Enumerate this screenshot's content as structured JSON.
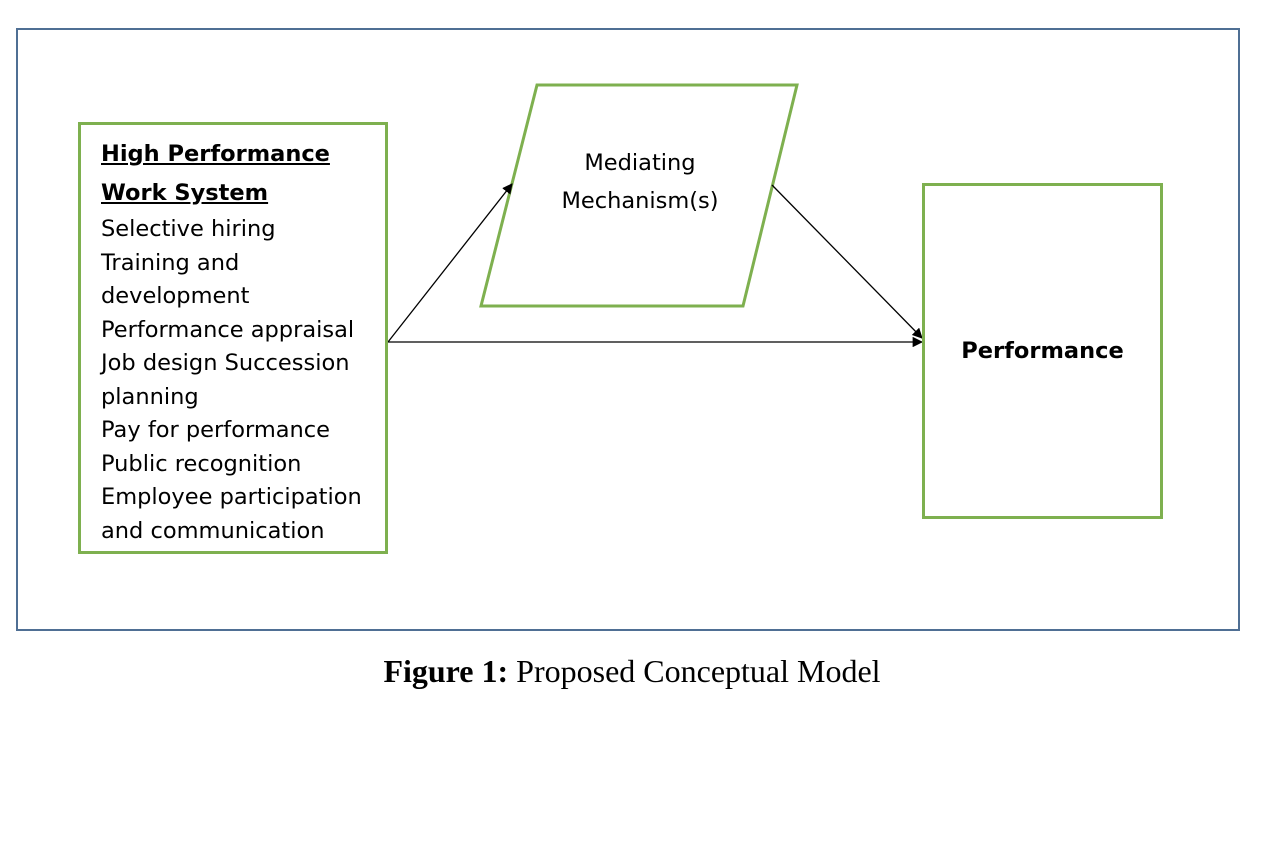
{
  "diagram": {
    "hpws": {
      "heading_line1": "High Performance",
      "heading_line2": "Work System",
      "items": [
        "Selective hiring",
        "Training and",
        "development",
        "Performance appraisal",
        "Job design Succession",
        "planning",
        "Pay for performance",
        "Public recognition",
        "Employee participation",
        "and communication"
      ]
    },
    "mediator": {
      "line1": "Mediating",
      "line2": "Mechanism(s)"
    },
    "outcome": {
      "label": "Performance"
    },
    "colors": {
      "frame": "#4f6f94",
      "node_border": "#7eb04f",
      "arrow": "#000000"
    }
  },
  "caption": {
    "label": "Figure 1:",
    "text": "Proposed Conceptual Model"
  }
}
